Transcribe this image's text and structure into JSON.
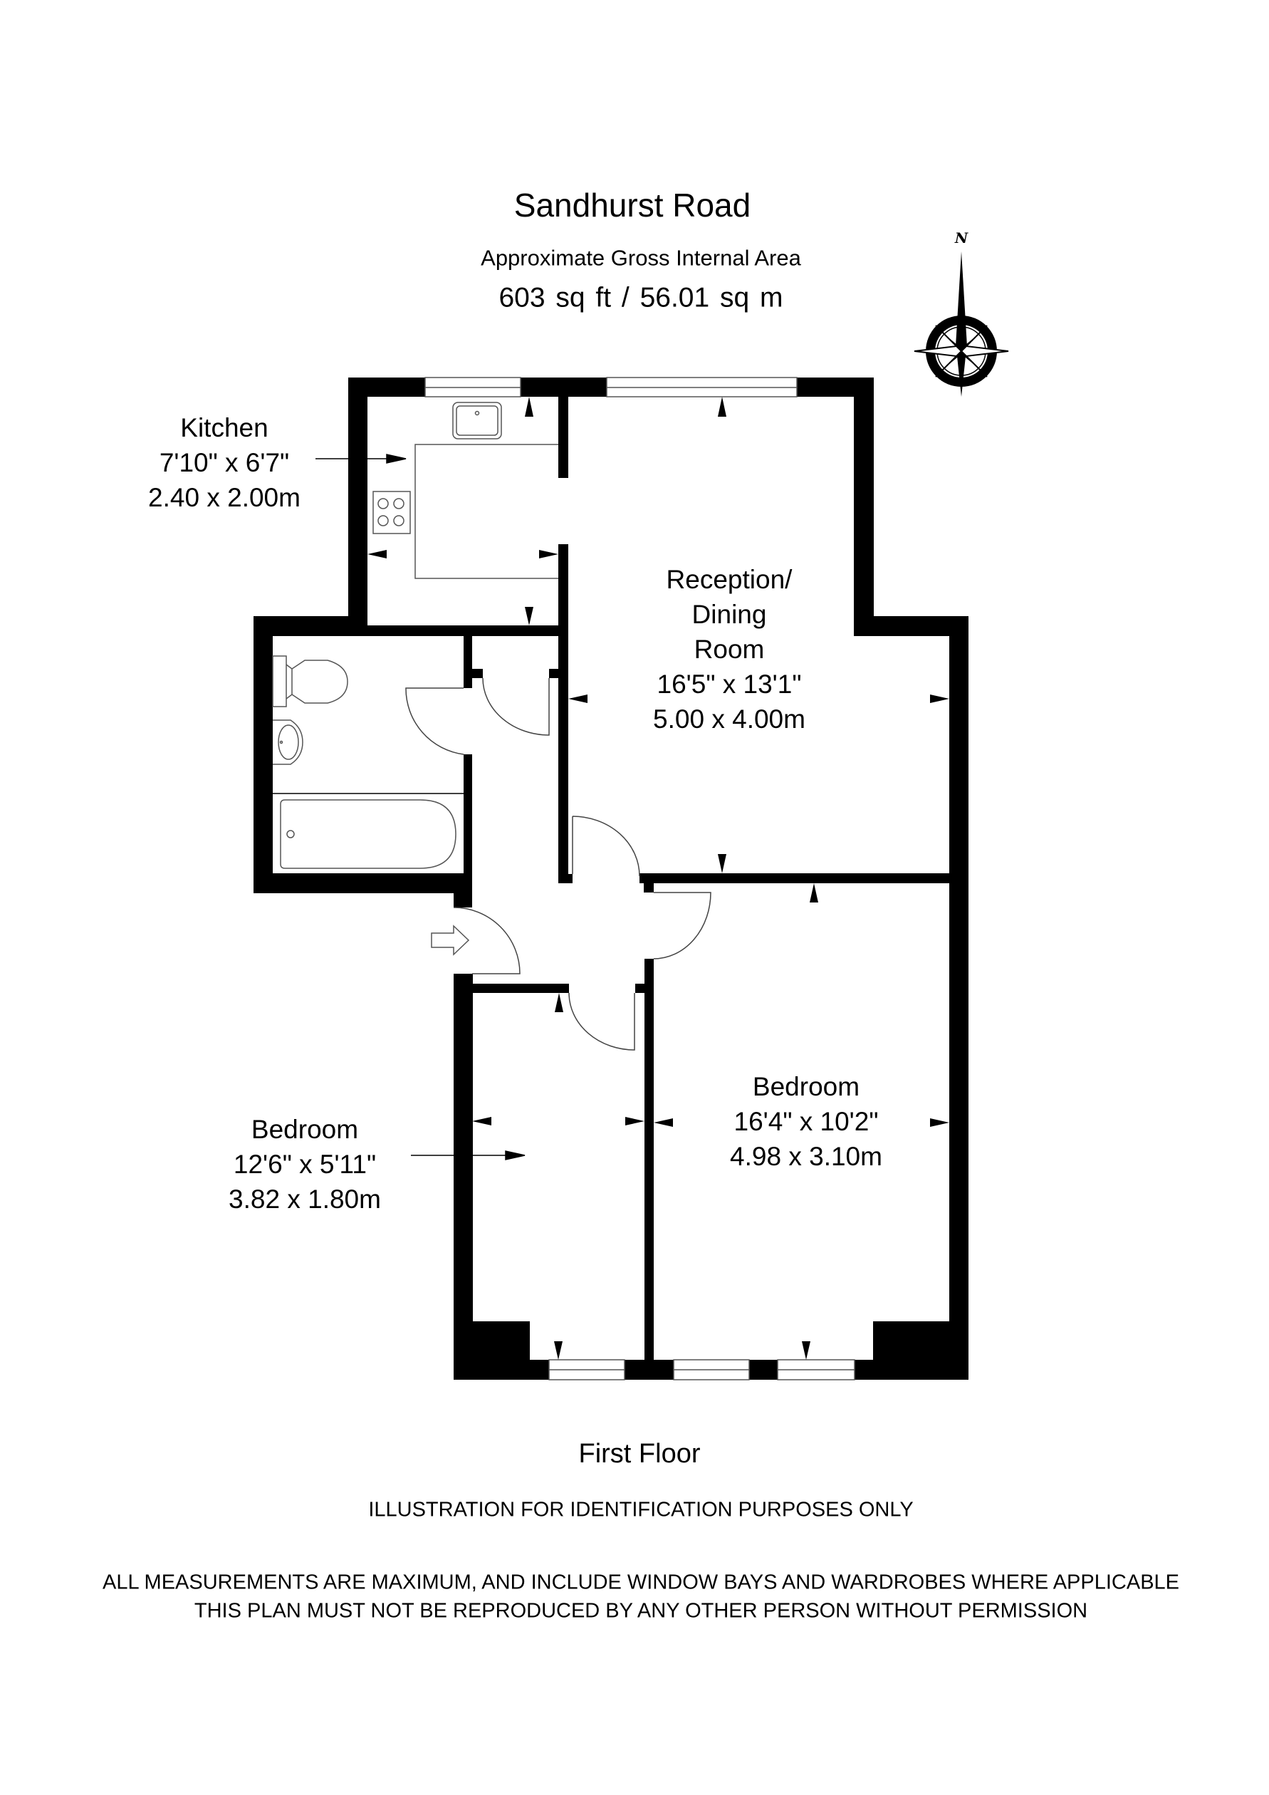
{
  "header": {
    "title": "Sandhurst Road",
    "subtitle": "Approximate Gross Internal Area",
    "area": "603 sq ft  /  56.01 sq m"
  },
  "compass": {
    "label": "N",
    "icon": "compass-rose-icon"
  },
  "rooms": [
    {
      "name": "Kitchen",
      "imperial": "7'10\" x 6'7\"",
      "metric": "2.40 x 2.00m"
    },
    {
      "name_line1": "Reception/",
      "name_line2": "Dining",
      "name_line3": "Room",
      "imperial": "16'5\" x 13'1\"",
      "metric": "5.00 x 4.00m"
    },
    {
      "name": "Bedroom",
      "imperial": "12'6\" x 5'11\"",
      "metric": "3.82 x 1.80m"
    },
    {
      "name": "Bedroom",
      "imperial": "16'4\" x 10'2\"",
      "metric": "4.98 x 3.10m"
    }
  ],
  "footer": {
    "floor": "First Floor",
    "disclaimer": "ILLUSTRATION FOR IDENTIFICATION PURPOSES ONLY",
    "note_line1": "ALL MEASUREMENTS ARE MAXIMUM, AND INCLUDE WINDOW BAYS AND WARDROBES WHERE APPLICABLE",
    "note_line2": "THIS PLAN MUST NOT BE REPRODUCED BY ANY OTHER PERSON WITHOUT PERMISSION"
  },
  "colors": {
    "wall": "#000000",
    "background": "#ffffff",
    "fixture_line": "#555555"
  }
}
